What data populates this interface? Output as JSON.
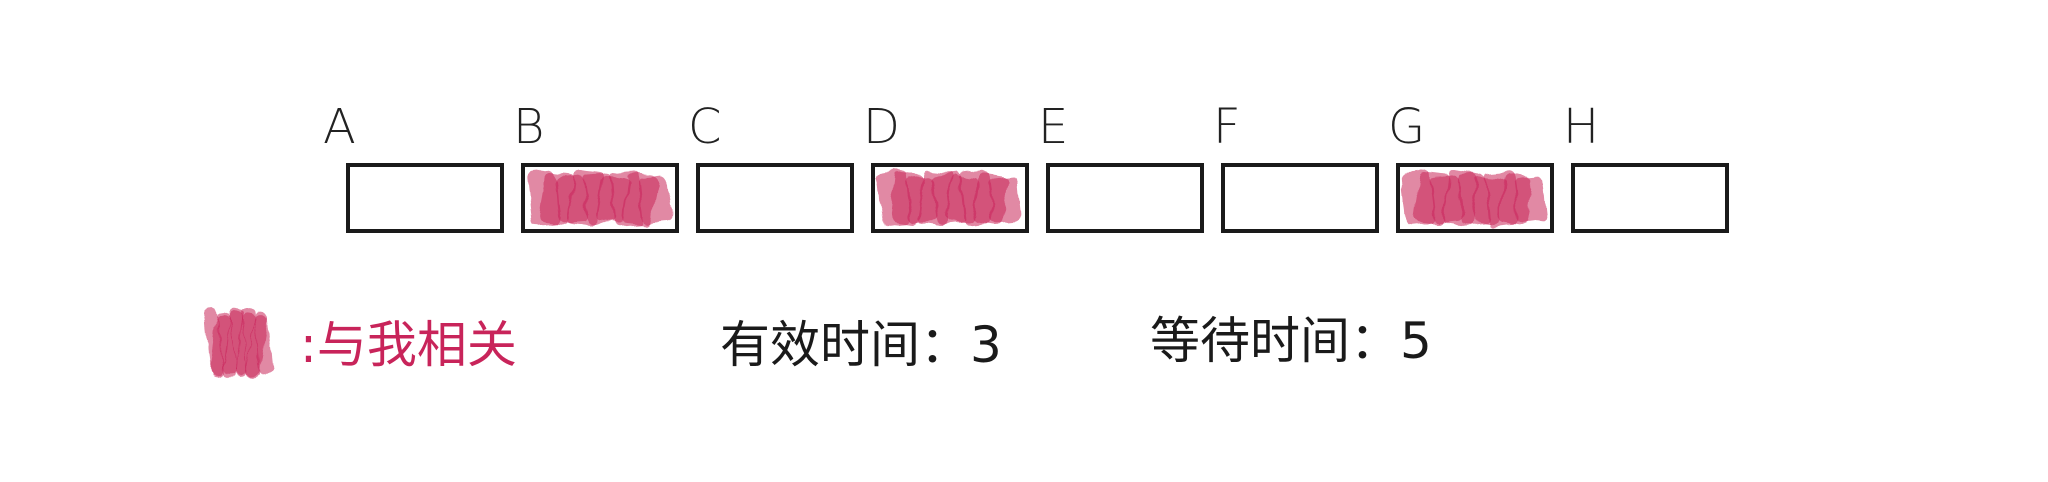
{
  "diagram": {
    "slots": [
      {
        "label": "A",
        "related": false
      },
      {
        "label": "B",
        "related": true
      },
      {
        "label": "C",
        "related": false
      },
      {
        "label": "D",
        "related": true
      },
      {
        "label": "E",
        "related": false
      },
      {
        "label": "F",
        "related": false
      },
      {
        "label": "G",
        "related": true
      },
      {
        "label": "H",
        "related": false
      }
    ],
    "legend": {
      "text": ":与我相关"
    },
    "metrics": {
      "effective_time": "有效时间：3",
      "waiting_time": "等待时间：5"
    }
  },
  "colors": {
    "highlight": "#c8245a",
    "ink": "#1a1a1a",
    "background": "#ffffff"
  }
}
